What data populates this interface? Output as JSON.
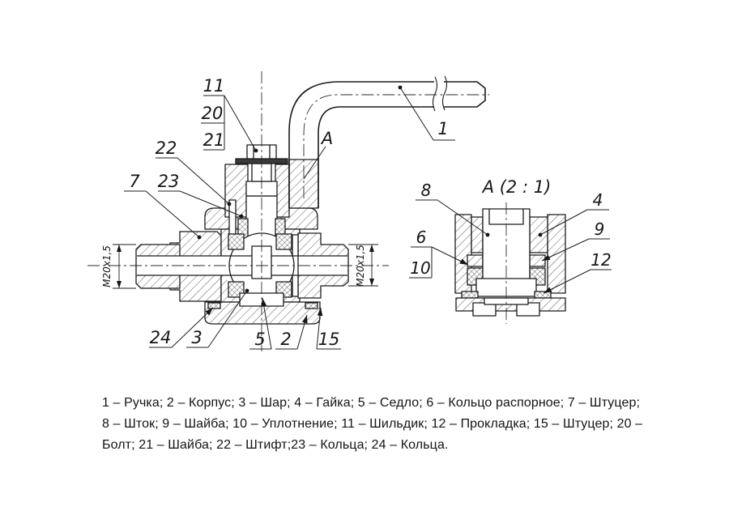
{
  "figure": {
    "type": "engineering-drawing-ball-valve",
    "detail_view_title": "А (2 : 1)",
    "section_label": "А",
    "dimension_left": "M20x1,5",
    "dimension_right": "M20x1,5",
    "callouts": {
      "c1": "1",
      "c2": "2",
      "c3": "3",
      "c5": "5",
      "c7": "7",
      "c11": "11",
      "c15": "15",
      "c20": "20",
      "c21": "21",
      "c22": "22",
      "c23": "23",
      "c24": "24"
    },
    "detail_callouts": {
      "c4": "4",
      "c6": "6",
      "c8": "8",
      "c9": "9",
      "c10": "10",
      "c12": "12"
    }
  },
  "legend": {
    "text": "1 – Ручка; 2 – Корпус; 3 – Шар; 4 – Гайка; 5 – Седло; 6 – Кольцо распорное; 7 – Штуцер; 8 – Шток; 9 – Шайба; 10 – Уплотнение; 11 – Шильдик; 12 – Прокладка; 15 – Штуцер; 20 – Болт; 21 – Шайба; 22 – Штифт;23 – Кольца; 24 – Кольца."
  }
}
